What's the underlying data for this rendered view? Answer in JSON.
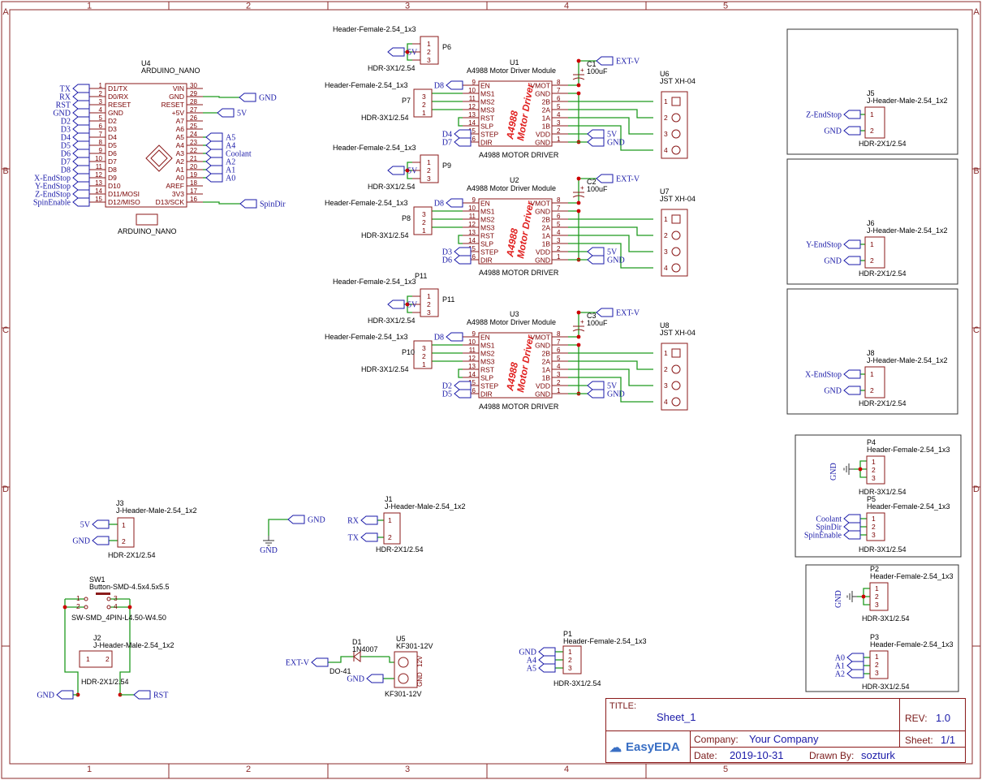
{
  "border": {
    "columns": [
      "1",
      "2",
      "3",
      "4",
      "5"
    ],
    "rows": [
      "A",
      "B",
      "C",
      "D"
    ]
  },
  "arduino": {
    "ref": "U4",
    "value": "ARDUINO_NANO",
    "footprint": "ARDUINO_NANO",
    "left_nets": [
      "TX",
      "RX",
      "RST",
      "GND",
      "D2",
      "D3",
      "D4",
      "D5",
      "D6",
      "D7",
      "D8",
      "X-EndStop",
      "Y-EndStop",
      "Z-EndStop",
      "SpinEnable"
    ],
    "left_pins": [
      "D1/TX",
      "D0/RX",
      "RESET",
      "GND",
      "D2",
      "D3",
      "D4",
      "D5",
      "D6",
      "D7",
      "D8",
      "D9",
      "D10",
      "D11/MOSI",
      "D12/MISO"
    ],
    "left_nums": [
      "1",
      "2",
      "3",
      "4",
      "5",
      "6",
      "7",
      "8",
      "9",
      "10",
      "11",
      "12",
      "13",
      "14",
      "15"
    ],
    "right_pins": [
      "VIN",
      "GND",
      "RESET",
      "+5V",
      "A7",
      "A6",
      "A5",
      "A4",
      "A3",
      "A2",
      "A1",
      "A0",
      "AREF",
      "3V3",
      "D13/SCK"
    ],
    "right_nums": [
      "30",
      "29",
      "28",
      "27",
      "26",
      "25",
      "24",
      "23",
      "22",
      "21",
      "20",
      "19",
      "18",
      "17",
      "16"
    ],
    "right_nets": [
      "GND",
      "5V",
      "A5",
      "A4",
      "Coolant",
      "A2",
      "A1",
      "A0",
      "SpinDir"
    ]
  },
  "drivers": [
    {
      "ref": "U1",
      "value": "A4988 Motor Driver Module",
      "footer": "A4988 MOTOR DRIVER",
      "jumper_ref": "P6",
      "jumper_ms": "P7",
      "cap": "C1",
      "conn": "U6",
      "step": "D4",
      "dir": "D7"
    },
    {
      "ref": "U2",
      "value": "A4988 Motor Driver Module",
      "footer": "A4988 MOTOR DRIVER",
      "jumper_ref": "P9",
      "jumper_ms": "P8",
      "cap": "C2",
      "conn": "U7",
      "step": "D3",
      "dir": "D6"
    },
    {
      "ref": "U3",
      "value": "A4988 Motor Driver Module",
      "footer": "A4988 MOTOR DRIVER",
      "jumper_ref": "P11",
      "jumper_ms": "P10",
      "cap": "C3",
      "conn": "U8",
      "step": "D2",
      "dir": "D5"
    }
  ],
  "driver_common": {
    "left_pins": [
      "EN",
      "MS1",
      "MS2",
      "MS3",
      "RST",
      "SLP",
      "STEP",
      "DIR"
    ],
    "left_nums": [
      "9",
      "10",
      "11",
      "12",
      "13",
      "14",
      "15",
      "16"
    ],
    "right_pins": [
      "VMOT",
      "GND",
      "2B",
      "2A",
      "1A",
      "1B",
      "VDD",
      "GND"
    ],
    "right_nums": [
      "8",
      "7",
      "6",
      "5",
      "4",
      "3",
      "2",
      "1"
    ],
    "brand1": "A4988",
    "brand2": "Motor Driver",
    "en_net": "D8",
    "ext": "EXT-V",
    "vdd_net": "5V",
    "gnd_net": "GND",
    "cap_value": "100uF",
    "conn_value": "JST XH-04",
    "hdr_female_3": "Header-Female-2.54_1x3",
    "hdr_3x1": "HDR-3X1/2.54",
    "jumper_pins": [
      "1",
      "2",
      "3"
    ],
    "ms_pins": [
      "3",
      "2",
      "1"
    ],
    "conn_pins": [
      "1",
      "2",
      "3",
      "4"
    ]
  },
  "endstops": [
    {
      "ref": "J5",
      "value": "J-Header-Male-2.54_1x2",
      "net": "Z-EndStop",
      "gnd": "GND",
      "fp": "HDR-2X1/2.54"
    },
    {
      "ref": "J6",
      "value": "J-Header-Male-2.54_1x2",
      "net": "Y-EndStop",
      "gnd": "GND",
      "fp": "HDR-2X1/2.54"
    },
    {
      "ref": "J8",
      "value": "J-Header-Male-2.54_1x2",
      "net": "X-EndStop",
      "gnd": "GND",
      "fp": "HDR-2X1/2.54"
    }
  ],
  "headers_right": {
    "p4": {
      "ref": "P4",
      "value": "Header-Female-2.54_1x3",
      "net": "GND",
      "fp": "HDR-3X1/2.54"
    },
    "p5": {
      "ref": "P5",
      "value": "Header-Female-2.54_1x3",
      "nets": [
        "Coolant",
        "SpinDir",
        "SpinEnable"
      ],
      "fp": "HDR-3X1/2.54"
    },
    "p2": {
      "ref": "P2",
      "value": "Header-Female-2.54_1x3",
      "net": "GND",
      "fp": "HDR-3X1/2.54"
    },
    "p3": {
      "ref": "P3",
      "value": "Header-Female-2.54_1x3",
      "nets": [
        "A0",
        "A1",
        "A2"
      ],
      "fp": "HDR-3X1/2.54"
    }
  },
  "misc": {
    "j3": {
      "ref": "J3",
      "value": "J-Header-Male-2.54_1x2",
      "nets": [
        "5V",
        "GND"
      ],
      "fp": "HDR-2X1/2.54"
    },
    "gnd_sym": {
      "net": "GND",
      "label": "GND"
    },
    "j1": {
      "ref": "J1",
      "value": "J-Header-Male-2.54_1x2",
      "nets": [
        "RX",
        "TX"
      ],
      "fp": "HDR-2X1/2.54"
    },
    "sw1": {
      "ref": "SW1",
      "value": "Button-SMD-4.5x4.5x5.5",
      "fp": "SW-SMD_4PIN-L4.50-W4.50",
      "pins": [
        "1",
        "2",
        "3",
        "4"
      ]
    },
    "j2": {
      "ref": "J2",
      "value": "J-Header-Male-2.54_1x2",
      "fp": "HDR-2X1/2.54",
      "nets": [
        "GND",
        "RST"
      ]
    },
    "d1": {
      "ref": "D1",
      "value": "1N4007",
      "fp": "DO-41",
      "net": "EXT-V"
    },
    "u5": {
      "ref": "U5",
      "value": "KF301-12V",
      "footer": "KF301-12V",
      "pin_labels": [
        "GND",
        "12V"
      ],
      "net": "GND"
    },
    "p1": {
      "ref": "P1",
      "value": "Header-Female-2.54_1x3",
      "nets": [
        "GND",
        "A4",
        "A5"
      ],
      "fp": "HDR-3X1/2.54"
    }
  },
  "title_block": {
    "title_label": "TITLE:",
    "title": "Sheet_1",
    "rev_label": "REV:",
    "rev": "1.0",
    "company_label": "Company:",
    "company": "Your Company",
    "sheet_label": "Sheet:",
    "sheet": "1/1",
    "date_label": "Date:",
    "date": "2019-10-31",
    "drawn_label": "Drawn By:",
    "drawn": "sozturk",
    "logo": "EasyEDA"
  }
}
